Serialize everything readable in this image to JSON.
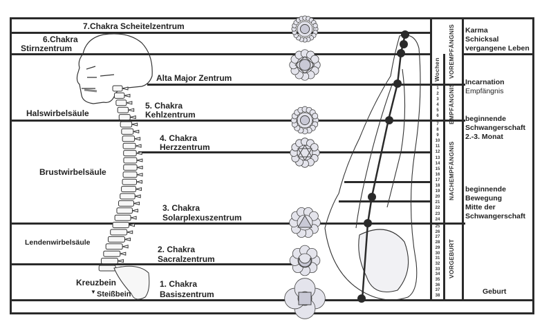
{
  "title_row": {
    "chakra7": "7.Chakra  Scheitelzentrum"
  },
  "chakras": [
    {
      "line1": "6.Chakra",
      "line2": "Stirnzentrum"
    },
    {
      "line1": "Alta Major Zentrum"
    },
    {
      "line1": "5. Chakra",
      "line2": "Kehlzentrum"
    },
    {
      "line1": "4. Chakra",
      "line2": "Herzzentrum"
    },
    {
      "line1": "3. Chakra",
      "line2": "Solarplexuszentrum"
    },
    {
      "line1": "2. Chakra",
      "line2": "Sacralzentrum"
    },
    {
      "line1": "1. Chakra",
      "line2": "Basiszentrum"
    }
  ],
  "spine_regions": {
    "cervical": "Halswirbelsäule",
    "thoracic": "Brustwirbelsäule",
    "lumbar": "Lendenwirbelsäule",
    "sacrum": "Kreuzbein",
    "coccyx": "Steißbein"
  },
  "weeks_header": "Wochen",
  "weeks": {
    "conception": [
      "1",
      "2",
      "3",
      "4",
      "5",
      "6"
    ],
    "post_conception": [
      "7",
      "8",
      "9",
      "10",
      "11",
      "12",
      "13",
      "14",
      "15",
      "16",
      "17",
      "18",
      "19",
      "20",
      "21",
      "22",
      "23",
      "24"
    ],
    "pre_birth": [
      "25",
      "26",
      "27",
      "28",
      "29",
      "30",
      "31",
      "32",
      "33",
      "34",
      "35",
      "36",
      "37",
      "38"
    ]
  },
  "phases": {
    "pre_conception": "VOREMPFÄNGNIS",
    "conception": "EMPFÄNGNIS",
    "post_conception": "NACHEMPFÄNGNIS",
    "pre_birth": "VORGEBURT"
  },
  "right_notes": {
    "karma": [
      "Karma",
      "Schicksal",
      "vergangene Leben"
    ],
    "incarnation": [
      "Incarnation",
      "Empfängnis"
    ],
    "pregnancy_start": [
      "beginnende",
      "Schwangerschaft",
      "2.-3. Monat"
    ],
    "movement": [
      "beginnende",
      "Bewegung",
      "Mitte der",
      "Schwangerschaft"
    ],
    "birth": "Geburt"
  },
  "colors": {
    "line": "#2a2a2a",
    "lotus_fill": "#e4e4ec",
    "lotus_center": "#c9c9d6",
    "dot": "#2a2a2a"
  }
}
